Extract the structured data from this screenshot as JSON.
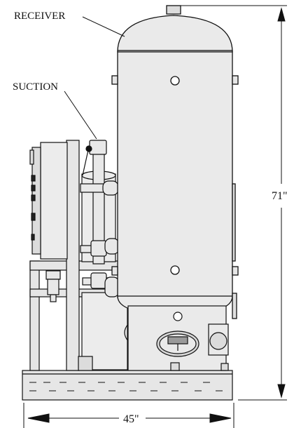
{
  "labels": {
    "receiver": "RECEIVER",
    "suction": "SUCTION",
    "height_dim": "71\"",
    "width_dim": "45\""
  },
  "colors": {
    "metal_fill": "#e8e8e8",
    "metal_dark": "#c9c9c9",
    "line": "#111111"
  }
}
